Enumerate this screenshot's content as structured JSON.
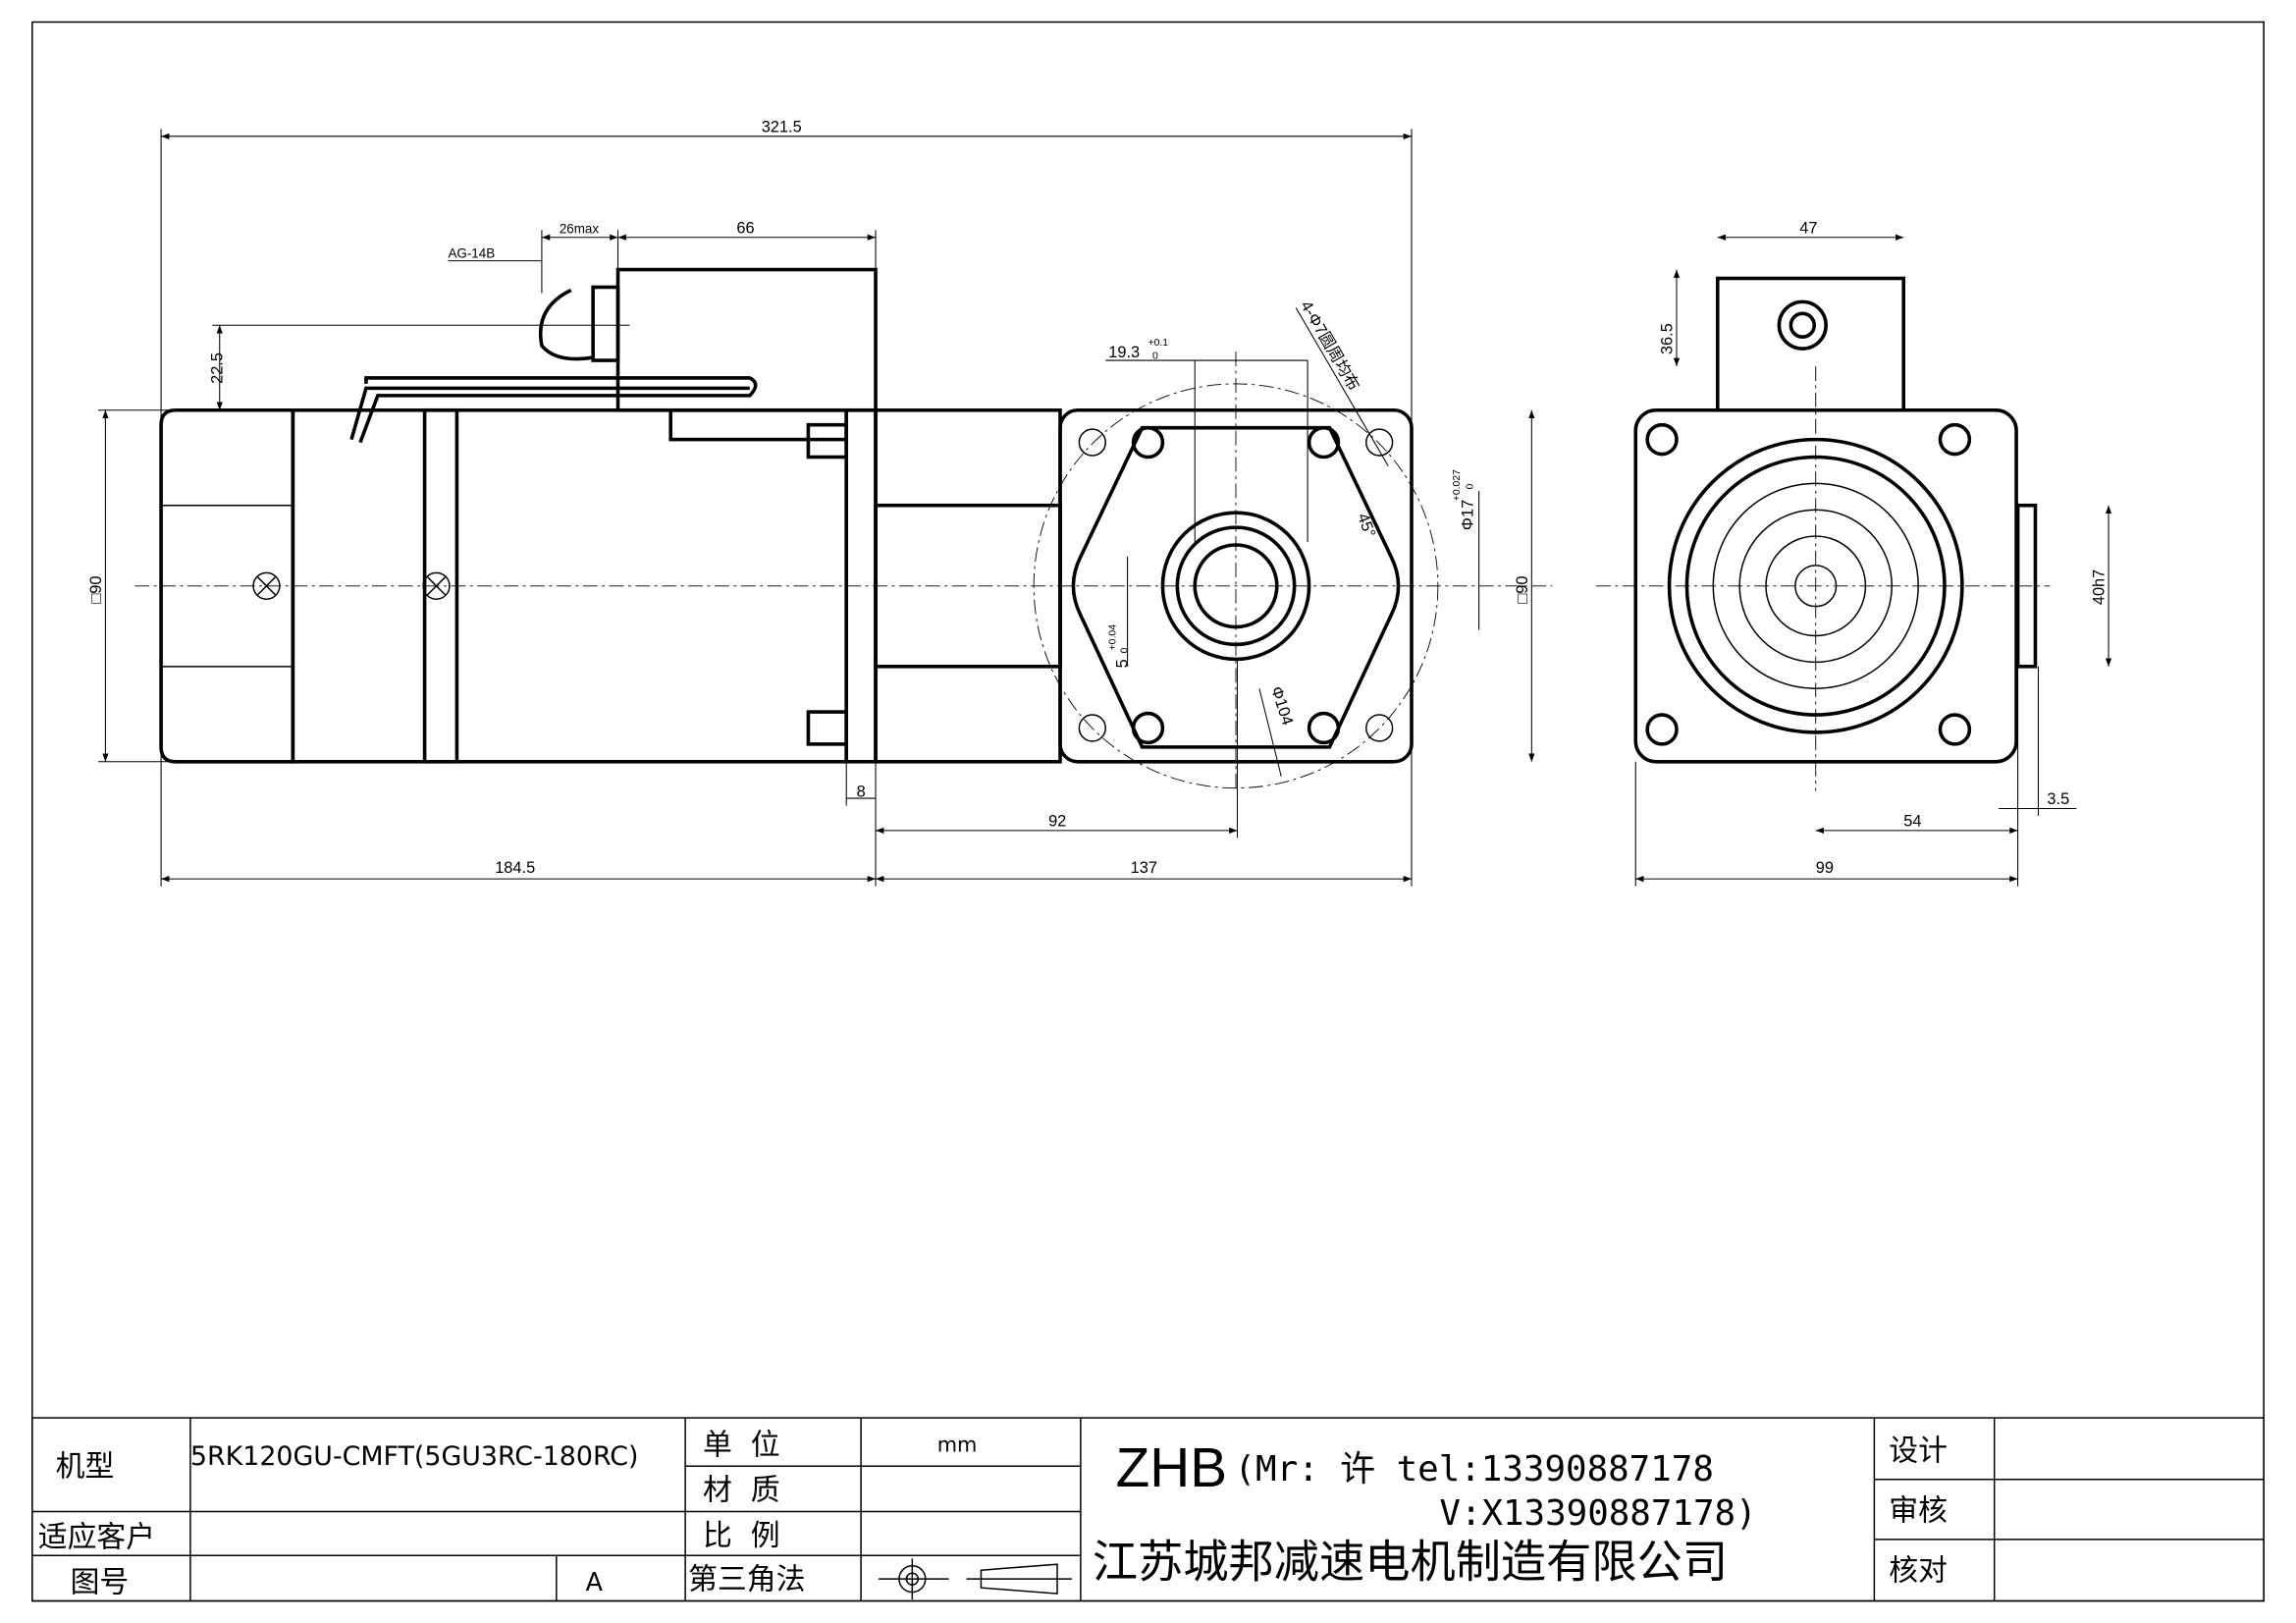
{
  "dimensions": {
    "overall_length": "321.5",
    "motor_length": "184.5",
    "gearbox_length": "137",
    "shaft_offset": "92",
    "flange_thk": "8",
    "box_width": "66",
    "gland_max": "26max",
    "gland_label": "AG-14B",
    "box_height": "22.5",
    "square_left": "□90",
    "key_width": "19.3",
    "key_width_tol_upper": "+0.1",
    "key_width_tol_lower": "0",
    "hole_note": "4-Φ7圆周均布",
    "angle": "45°",
    "shaft_dia": "Φ17",
    "shaft_tol_upper": "+0.027",
    "shaft_tol_lower": "0",
    "square_mid": "□90",
    "key_slot": "5",
    "key_slot_tol_upper": "+0.04",
    "key_slot_tol_lower": "0",
    "pcd": "Φ104",
    "rv_box_width": "47",
    "rv_box_height": "36.5",
    "rv_spigot": "40h7",
    "rv_54": "54",
    "rv_35": "3.5",
    "rv_width": "99"
  },
  "title_block": {
    "model_label": "机型",
    "model_value": "5RK120GU-CMFT(5GU3RC-180RC)",
    "customer_label": "适应客户",
    "drawing_no_label": "图号",
    "revision": "A",
    "unit_label": "单  位",
    "unit_value": "mm",
    "material_label": "材  质",
    "scale_label": "比  例",
    "projection_label": "第三角法",
    "brand": "ZHB",
    "contact_line1": "(Mr: 许 tel:13390887178",
    "contact_line2": "V:X13390887178)",
    "company": "江苏城邦减速电机制造有限公司",
    "design_label": "设计",
    "review_label": "审核",
    "check_label": "核对"
  }
}
